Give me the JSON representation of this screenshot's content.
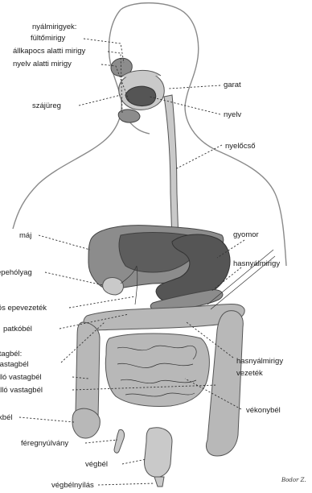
{
  "labels": {
    "salivary_glands": "nyálmirigyek:",
    "parotid": "fültőmirigy",
    "submandibular": "állkapocs alatti mirigy",
    "sublingual": "nyelv alatti mirigy",
    "mouth": "szájüreg",
    "pharynx": "garat",
    "tongue": "nyelv",
    "esophagus": "nyelőcső",
    "liver": "máj",
    "stomach": "gyomor",
    "gallbladder": "epehólyag",
    "pancreas": "hasnyálmirigy",
    "bile_duct": "közös epevezeték",
    "duodenum": "patkóbél",
    "colon": "vastagbél:",
    "transverse_colon": "harántvastagbél",
    "ascending_colon": "felszálló vastagbél",
    "descending_colon": "leszálló vastagbél",
    "caecum": "vakbél",
    "pancreatic_duct_1": "hasnyálmirigy",
    "pancreatic_duct_2": "vezeték",
    "small_intestine": "vékonybél",
    "appendix": "féregnyúlvány",
    "rectum": "végbél",
    "anus": "végbélnyílás"
  },
  "signature": "Bodor Z."
}
